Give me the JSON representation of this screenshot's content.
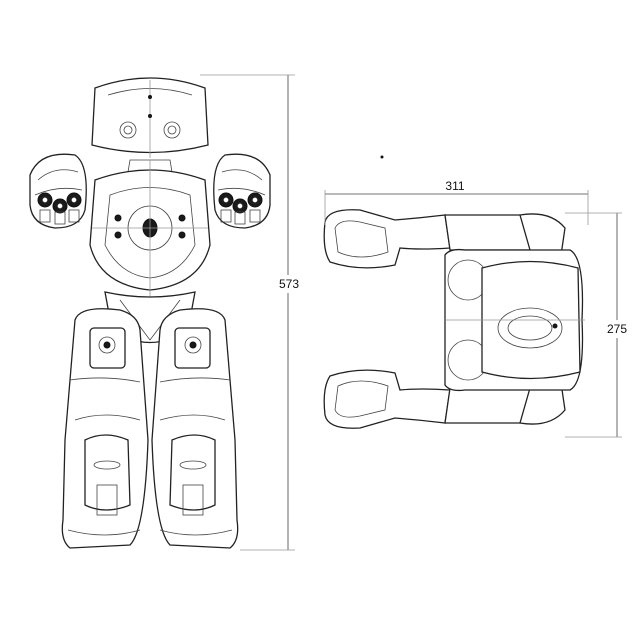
{
  "dimensions": {
    "height": "573",
    "width": "311",
    "depth": "275"
  },
  "views": [
    "front-view",
    "top-view"
  ],
  "colors": {
    "line": "#222222",
    "background": "#ffffff"
  }
}
